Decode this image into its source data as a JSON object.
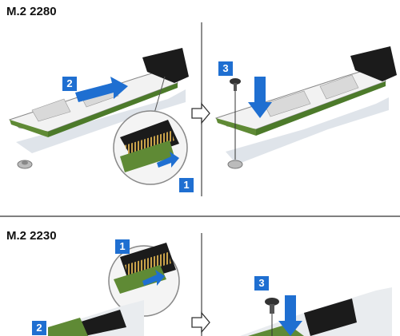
{
  "sections": [
    {
      "title": "M.2 2280",
      "steps": [
        "2",
        "1",
        "3"
      ]
    },
    {
      "title": "M.2 2230",
      "steps": [
        "1",
        "2",
        "3"
      ]
    }
  ],
  "colors": {
    "pcb_green": "#5f8a35",
    "board_gray": "#e4e8ec",
    "step_blue": "#1f6fd1",
    "connector_black": "#1b1b1b",
    "line_gray": "#777777"
  },
  "icons": [
    "arrow-right-icon",
    "screw-icon",
    "magnifier-callout"
  ]
}
